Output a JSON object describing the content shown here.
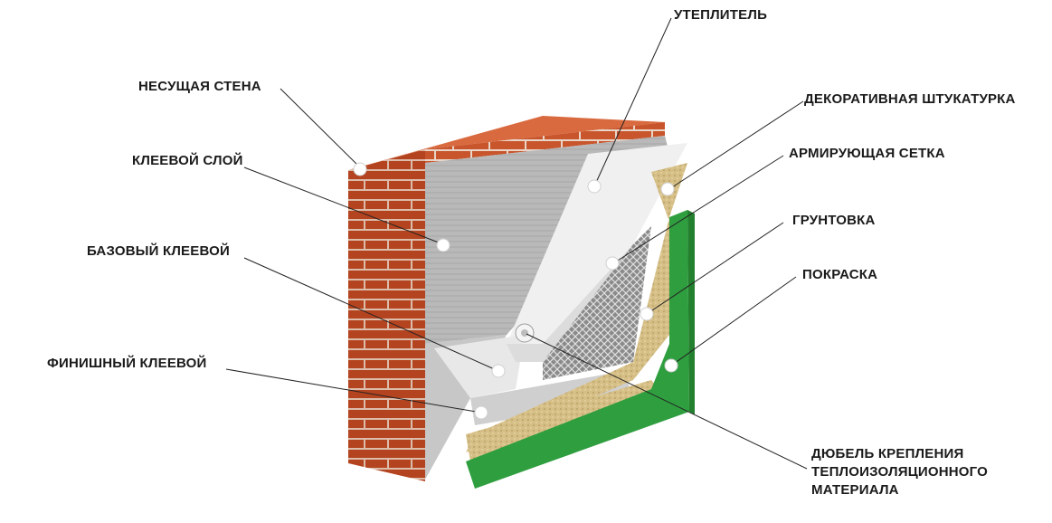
{
  "labels": {
    "bearing_wall": "НЕСУЩАЯ СТЕНА",
    "adhesive_layer": "КЛЕЕВОЙ СЛОЙ",
    "base_adhesive": "БАЗОВЫЙ КЛЕЕВОЙ",
    "finish_adhesive": "ФИНИШНЫЙ КЛЕЕВОЙ",
    "insulation": "УТЕПЛИТЕЛЬ",
    "decorative_plaster": "ДЕКОРАТИВНАЯ ШТУКАТУРКА",
    "reinforcing_mesh": "АРМИРУЮЩАЯ СЕТКА",
    "primer": "ГРУНТОВКА",
    "painting": "ПОКРАСКА",
    "dowel_line1": "ДЮБЕЛЬ КРЕПЛЕНИЯ",
    "dowel_line2": "ТЕПЛОИЗОЛЯЦИОННОГО",
    "dowel_line3": "МАТЕРИАЛА"
  },
  "colors": {
    "brick": "#c8552c",
    "brick_dark": "#8e3318",
    "mortar": "#e9d6c8",
    "adhesive": "#b9b9b9",
    "insulation": "#ececec",
    "mesh": "#6a6a6a",
    "plaster": "#d8c28a",
    "paint": "#2f9e3f",
    "marker": "#ffffff",
    "leader": "#222222"
  }
}
